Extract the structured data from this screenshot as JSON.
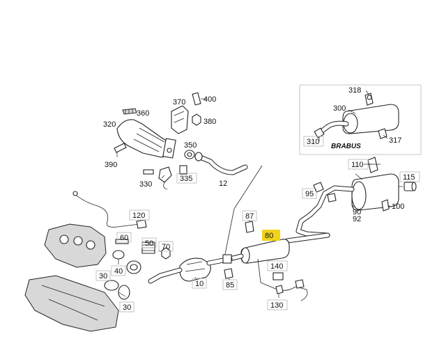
{
  "diagram": {
    "callouts": [
      {
        "id": "c370",
        "text": "370"
      },
      {
        "id": "c400",
        "text": "400"
      },
      {
        "id": "c360",
        "text": "360"
      },
      {
        "id": "c380",
        "text": "380"
      },
      {
        "id": "c320",
        "text": "320"
      },
      {
        "id": "c350",
        "text": "350"
      },
      {
        "id": "c390",
        "text": "390"
      },
      {
        "id": "c330",
        "text": "330"
      },
      {
        "id": "c335",
        "text": "335"
      },
      {
        "id": "c12",
        "text": "12"
      },
      {
        "id": "c318",
        "text": "318"
      },
      {
        "id": "c300",
        "text": "300"
      },
      {
        "id": "c317",
        "text": "317"
      },
      {
        "id": "c310",
        "text": "310"
      },
      {
        "id": "c110",
        "text": "110"
      },
      {
        "id": "c115",
        "text": "115"
      },
      {
        "id": "c95",
        "text": "95"
      },
      {
        "id": "c100",
        "text": "100"
      },
      {
        "id": "c90",
        "text": "90"
      },
      {
        "id": "c92",
        "text": "92"
      },
      {
        "id": "c87",
        "text": "87"
      },
      {
        "id": "c80",
        "text": "80"
      },
      {
        "id": "c120",
        "text": "120"
      },
      {
        "id": "c60",
        "text": "60"
      },
      {
        "id": "c50",
        "text": "50"
      },
      {
        "id": "c70",
        "text": "70"
      },
      {
        "id": "c40",
        "text": "40"
      },
      {
        "id": "c30a",
        "text": "30"
      },
      {
        "id": "c30b",
        "text": "30"
      },
      {
        "id": "c10",
        "text": "10"
      },
      {
        "id": "c85",
        "text": "85"
      },
      {
        "id": "c140",
        "text": "140"
      },
      {
        "id": "c130",
        "text": "130"
      }
    ],
    "inset_brand": "BRABUS",
    "highlight_color": "#f2d31c"
  }
}
